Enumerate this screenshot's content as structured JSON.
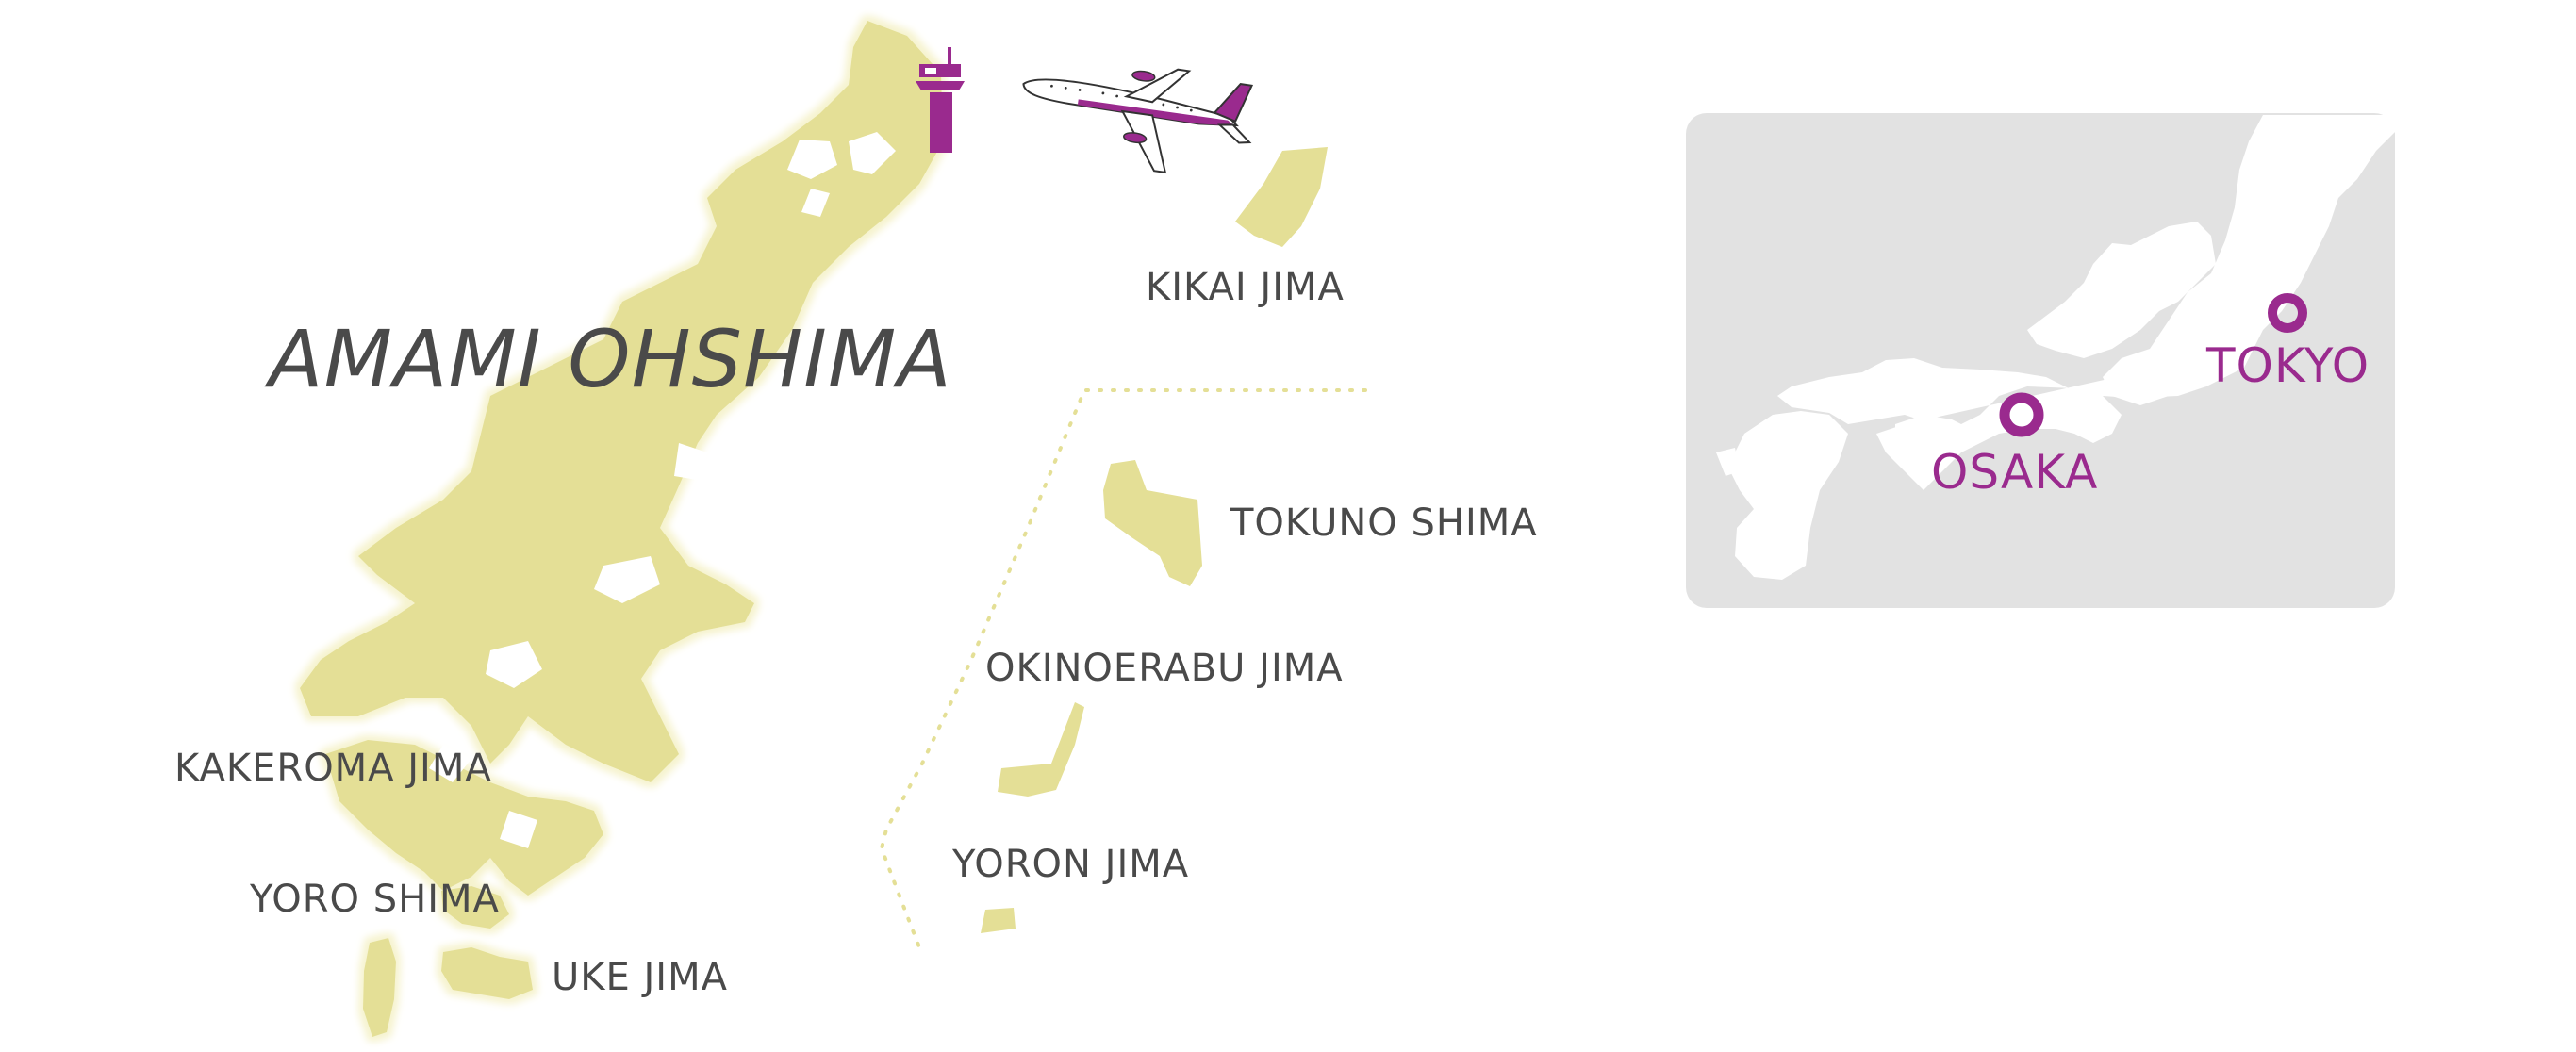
{
  "map": {
    "main_island_label": "AMAMI OHSHIMA",
    "islands": {
      "kikai": "KIKAI JIMA",
      "tokuno": "TOKUNO SHIMA",
      "okinoerabu": "OKINOERABU JIMA",
      "yoron": "YORON JIMA",
      "kakeroma": "KAKEROMA JIMA",
      "yoro": "YORO SHIMA",
      "uke": "UKE JIMA"
    },
    "inset": {
      "cities": {
        "osaka": "OSAKA",
        "tokyo": "TOKYO"
      }
    },
    "colors": {
      "island_fill": "#e4df96",
      "island_glow": "#f3f0c4",
      "label_text": "#4a4a4a",
      "accent": "#9a2a8e",
      "inset_bg": "#e2e2e2",
      "inset_land": "#ffffff",
      "divider_dots": "#e4df96"
    },
    "icons": [
      "control-tower-icon",
      "airplane-icon",
      "city-marker-icon"
    ]
  }
}
